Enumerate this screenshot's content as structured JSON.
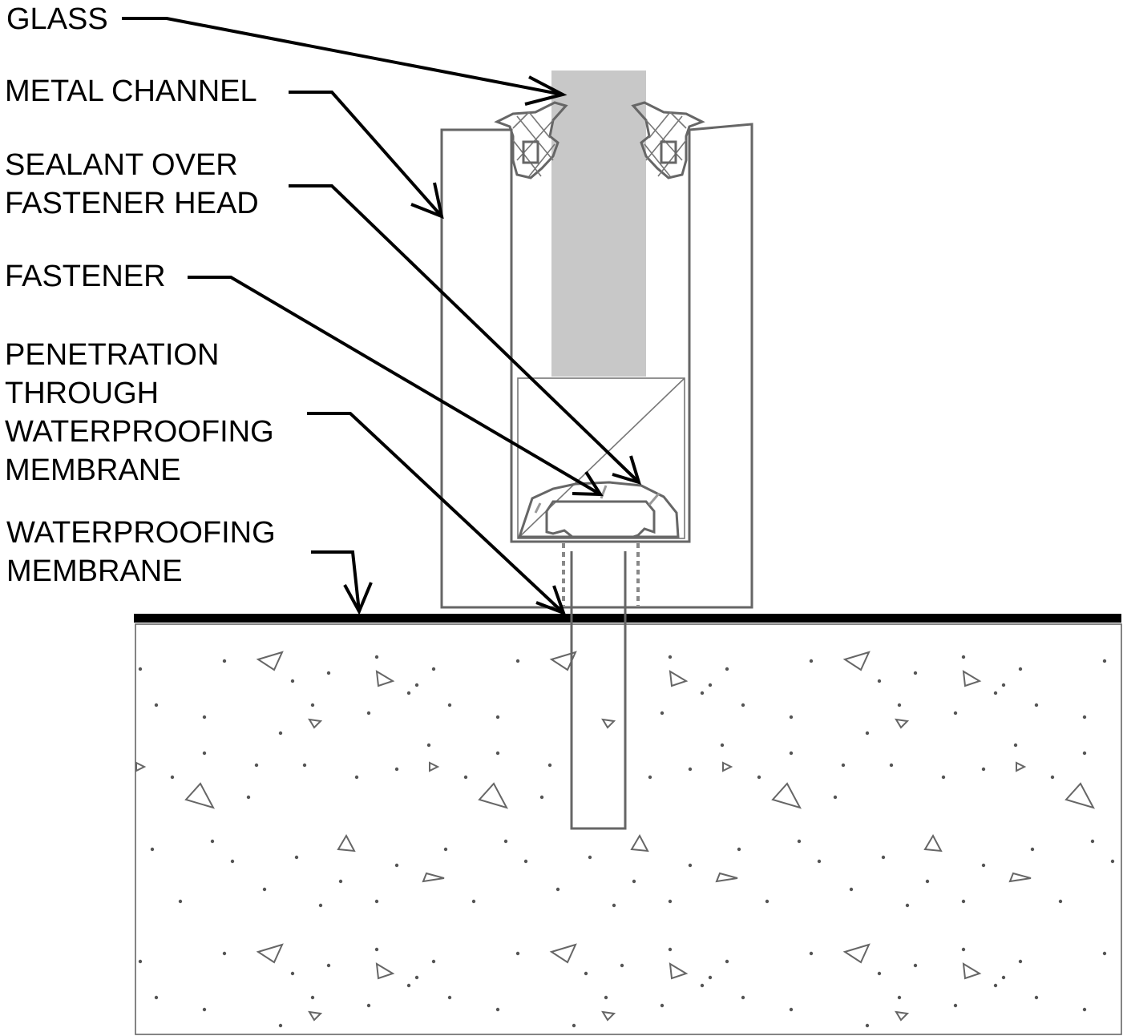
{
  "labels": {
    "glass": [
      "GLASS"
    ],
    "metal_channel": [
      "METAL CHANNEL"
    ],
    "sealant": [
      "SEALANT OVER",
      "FASTENER HEAD"
    ],
    "fastener": [
      "FASTENER"
    ],
    "penetration": [
      "PENETRATION",
      "THROUGH",
      "WATERPROOFING",
      "MEMBRANE"
    ],
    "membrane": [
      "WATERPROOFING",
      "MEMBRANE"
    ]
  },
  "colors": {
    "ink": "#000000",
    "outline": "#666666",
    "glass_fill": "#c8c8c8",
    "background": "#ffffff"
  }
}
